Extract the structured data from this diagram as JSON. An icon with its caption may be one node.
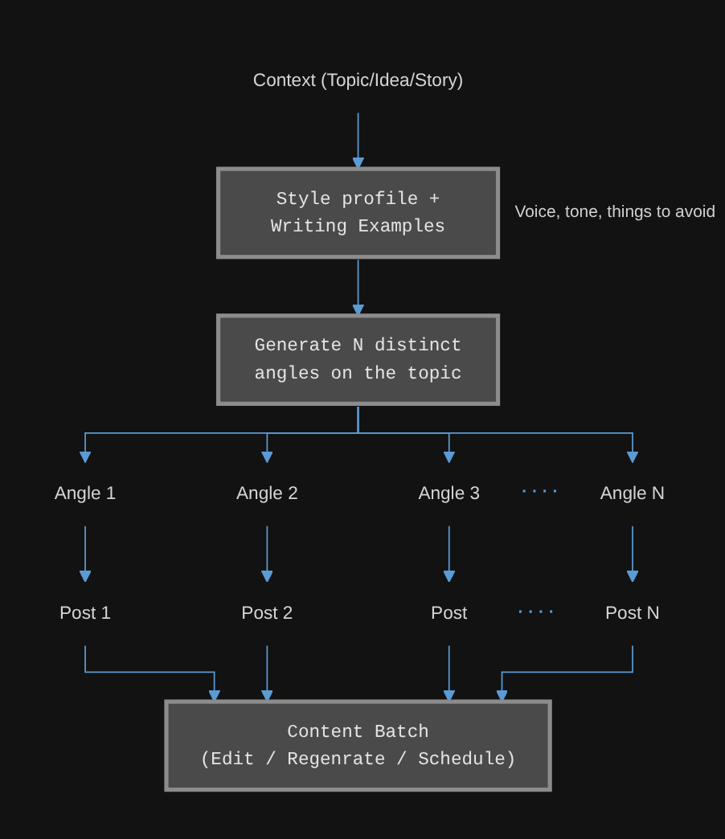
{
  "diagram": {
    "nodes": [
      {
        "text": [
          "Context (Topic/Idea/Story)"
        ]
      },
      {
        "text": [
          "Style profile + Writing Examples"
        ],
        "beside": [
          "Voice, tone, things to avoid"
        ]
      },
      {
        "text": [
          "Generate N distinct angles on the topic"
        ]
      },
      {
        "text": [
          "Angle 1"
        ]
      },
      {
        "text": [
          "Angle 2"
        ]
      },
      {
        "text": [
          "Angle 3"
        ]
      },
      {
        "text": [
          "Angle N"
        ]
      },
      {
        "text": [
          "Post 1"
        ]
      },
      {
        "text": [
          "Post 2"
        ]
      },
      {
        "text": [
          "Post"
        ]
      },
      {
        "text": [
          "Post N"
        ]
      },
      {
        "text": [
          "Content Batch",
          "(Edit / Regenrate / Schedule)"
        ]
      }
    ],
    "edges": [
      {
        "from": 0,
        "to": 1,
        "arrow": "to"
      },
      {
        "from": 1,
        "to": 2,
        "arrow": "to"
      },
      {
        "from": 2,
        "to": 3,
        "arrow": "to"
      },
      {
        "from": 2,
        "to": 4,
        "arrow": "to"
      },
      {
        "from": 2,
        "to": 5,
        "arrow": "to"
      },
      {
        "from": 2,
        "to": 6,
        "arrow": "to"
      },
      {
        "from": 3,
        "to": 7,
        "arrow": "to"
      },
      {
        "from": 4,
        "to": 8,
        "arrow": "to"
      },
      {
        "from": 5,
        "to": 9,
        "arrow": "to"
      },
      {
        "from": 6,
        "to": 10,
        "arrow": "to"
      },
      {
        "from": 7,
        "to": 11,
        "arrow": "to"
      },
      {
        "from": 8,
        "to": 11,
        "arrow": "to"
      },
      {
        "from": 9,
        "to": 11,
        "arrow": "to"
      },
      {
        "from": 10,
        "to": 11,
        "arrow": "to"
      }
    ],
    "labels": [
      "· · · ·",
      "· · · ·"
    ]
  }
}
